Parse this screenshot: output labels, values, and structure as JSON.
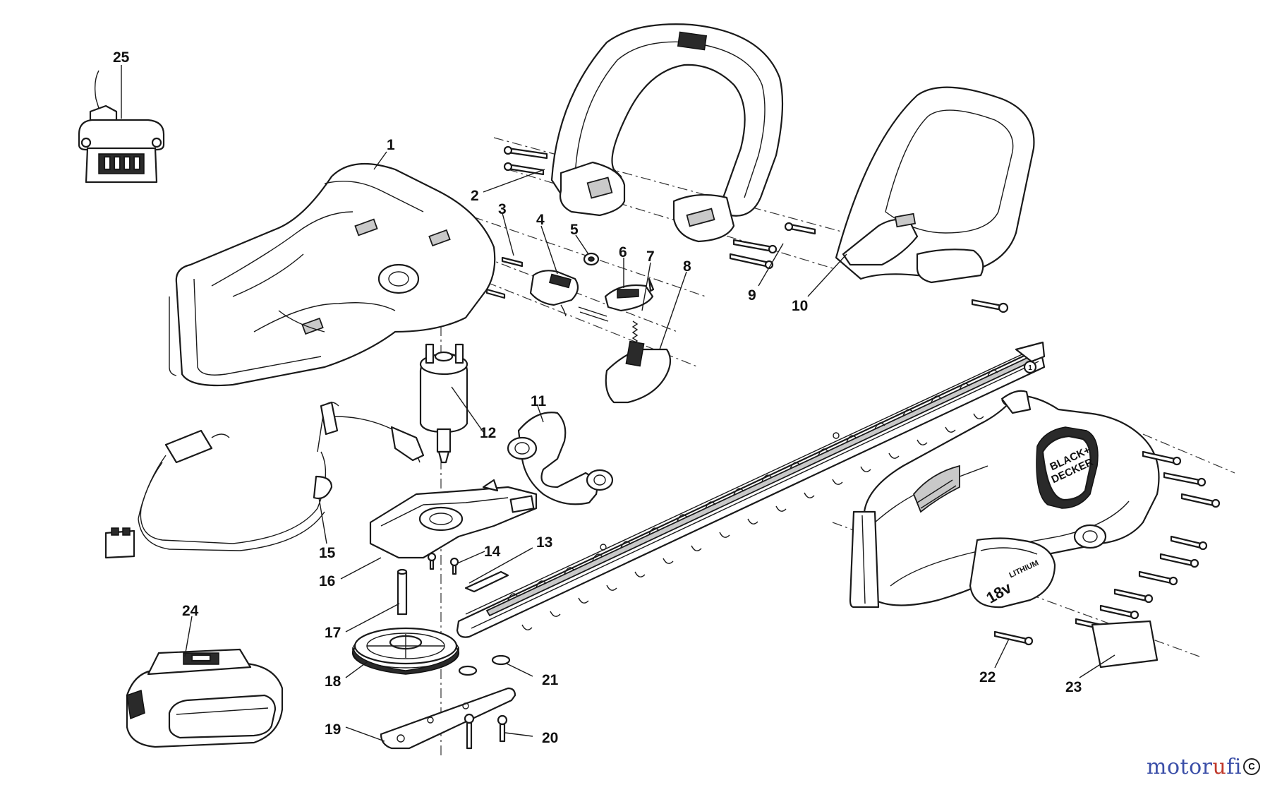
{
  "diagram": {
    "callouts": [
      "1",
      "2",
      "3",
      "4",
      "5",
      "6",
      "7",
      "8",
      "9",
      "10",
      "11",
      "12",
      "13",
      "14",
      "15",
      "16",
      "17",
      "18",
      "19",
      "20",
      "21",
      "22",
      "23",
      "24",
      "25"
    ],
    "circled_callout": "1",
    "battery_voltage": "18v",
    "battery_chemistry": "LITHIUM",
    "brand_line1": "BLACK+",
    "brand_line2": "DECKER"
  },
  "watermark": {
    "part_a": "motor",
    "part_b": "u",
    "part_c": "fi"
  },
  "corner_mark": "C"
}
